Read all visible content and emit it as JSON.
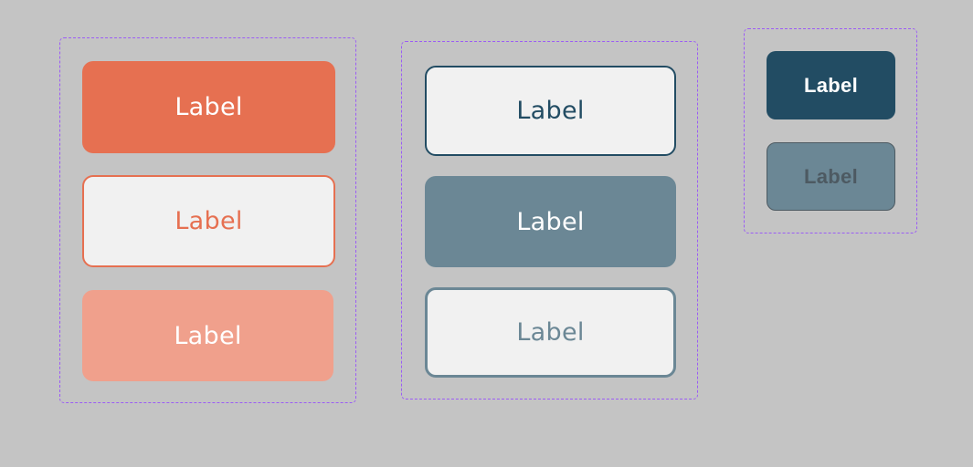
{
  "colors": {
    "background": "#c4c4c4",
    "group_outline": "#9b5cf5",
    "coral": "#e67051",
    "coral_light": "#f0a08c",
    "light_surface": "#f1f1f1",
    "navy": "#224c63",
    "slate": "#6b8795",
    "slate_dark_text": "#4d5a62"
  },
  "groups": [
    {
      "name": "coral-variants",
      "buttons": [
        {
          "variant": "primary-filled",
          "label": "Label"
        },
        {
          "variant": "primary-outlined",
          "label": "Label"
        },
        {
          "variant": "primary-disabled",
          "label": "Label"
        }
      ]
    },
    {
      "name": "navy-variants",
      "buttons": [
        {
          "variant": "secondary-outlined",
          "label": "Label"
        },
        {
          "variant": "secondary-disabled-filled",
          "label": "Label"
        },
        {
          "variant": "secondary-disabled-outlined",
          "label": "Label"
        }
      ]
    },
    {
      "name": "small-variants",
      "buttons": [
        {
          "variant": "small-filled",
          "label": "Label"
        },
        {
          "variant": "small-disabled",
          "label": "Label"
        }
      ]
    }
  ]
}
